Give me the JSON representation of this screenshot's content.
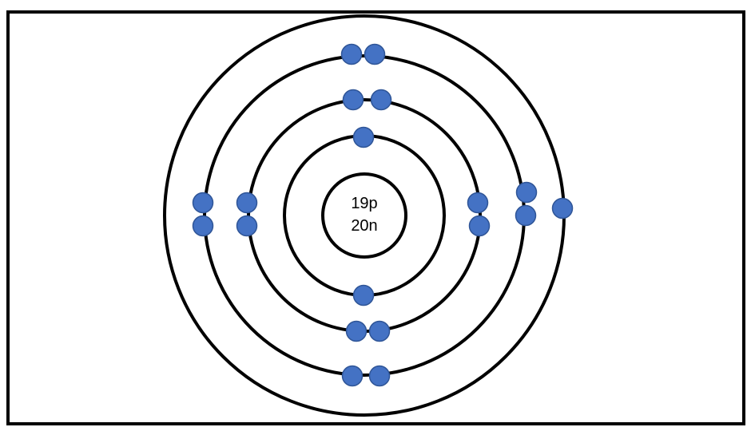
{
  "nucleus": {
    "protons_label": "19p",
    "neutrons_label": "20n"
  },
  "shells": [
    {
      "name": "shell-1",
      "electrons": 2
    },
    {
      "name": "shell-2",
      "electrons": 8
    },
    {
      "name": "shell-3",
      "electrons": 8
    },
    {
      "name": "shell-4",
      "electrons": 1
    }
  ],
  "colors": {
    "electron": "#4472C4",
    "electron_stroke": "#2F5597",
    "orbit": "#000000",
    "frame": "#000000"
  }
}
